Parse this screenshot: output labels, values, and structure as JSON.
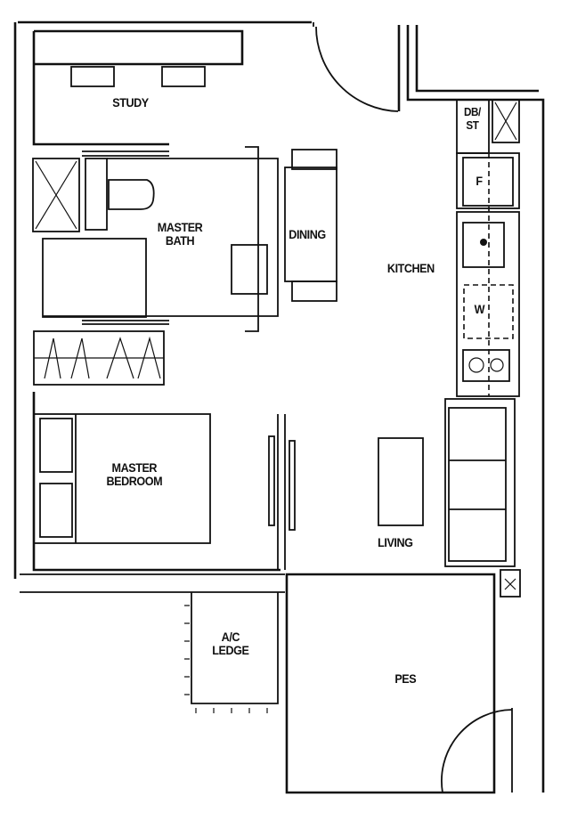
{
  "floor_plan": {
    "rooms": {
      "study": "STUDY",
      "master_bath_1": "MASTER",
      "master_bath_2": "BATH",
      "dining": "DINING",
      "kitchen": "KITCHEN",
      "db_st_1": "DB/",
      "db_st_2": "ST",
      "fridge": "F",
      "washer": "W",
      "master_bedroom_1": "MASTER",
      "master_bedroom_2": "BEDROOM",
      "living": "LIVING",
      "ac_ledge_1": "A/C",
      "ac_ledge_2": "LEDGE",
      "pes": "PES"
    }
  }
}
